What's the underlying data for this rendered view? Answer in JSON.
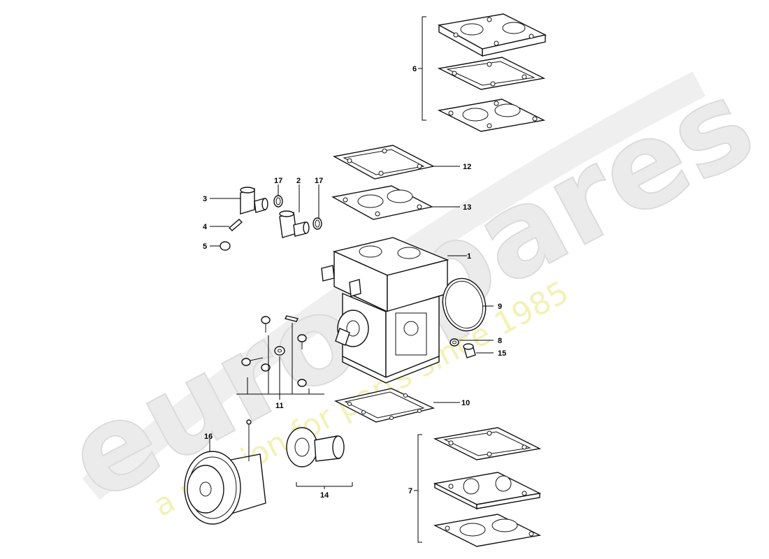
{
  "watermark": {
    "logo": "eurospares",
    "tagline": "a passion for parts since 1985"
  },
  "callouts": {
    "c1": "1",
    "c2": "2",
    "c3": "3",
    "c4": "4",
    "c5": "5",
    "c6": "6",
    "c7": "7",
    "c8": "8",
    "c9": "9",
    "c10": "10",
    "c11": "11",
    "c12": "12",
    "c13": "13",
    "c14": "14",
    "c15": "15",
    "c16": "16",
    "c17a": "17",
    "c17b": "17"
  }
}
